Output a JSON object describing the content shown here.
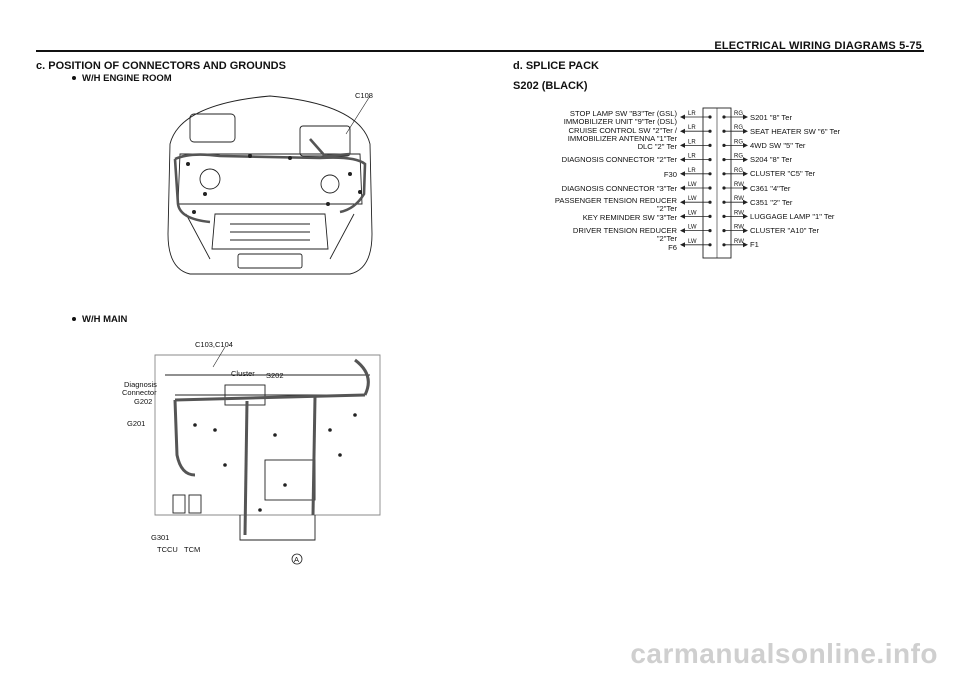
{
  "header": {
    "title": "ELECTRICAL WIRING DIAGRAMS  5-75"
  },
  "left": {
    "section_title": "c.  POSITION  OF  CONNECTORS  AND  GROUNDS",
    "engine_room": {
      "bullet": "W/H  ENGINE  ROOM",
      "labels": {
        "c108": "C108"
      }
    },
    "main": {
      "bullet": "W/H  MAIN",
      "labels": {
        "c103": "C103,C104",
        "cluster": "Cluster",
        "s202": "S202",
        "diag1": "Diagnosis",
        "diag2": "Connector",
        "g202": "G202",
        "g201": "G201",
        "g301": "G301",
        "tccu": "TCCU",
        "tcm": "TCM",
        "a": "A"
      }
    }
  },
  "right": {
    "section_title": "d.  SPLICE  PACK",
    "subtitle": "S202 (BLACK)",
    "left_labels": [
      "STOP LAMP SW \"B3\"Ter (GSL)",
      "IMMOBILIZER UNIT \"9\"Ter (DSL)",
      "CRUISE CONTROL SW \"2\"Ter /",
      "IMMOBILIZER ANTENNA \"1\"Ter",
      "DLC \"2\" Ter",
      "DIAGNOSIS CONNECTOR \"2\"Ter",
      "F30",
      "DIAGNOSIS CONNECTOR \"3\"Ter",
      "PASSENGER TENSION REDUCER",
      "\"2\"Ter",
      "KEY REMINDER SW \"3\"Ter",
      "DRIVER TENSION REDUCER",
      "\"2\"Ter",
      "F6"
    ],
    "left_codes": [
      "LR",
      "LR",
      "LR",
      "LR",
      "LR",
      "LW",
      "LW",
      "LW",
      "LW",
      "LW"
    ],
    "right_codes": [
      "RG",
      "RG",
      "RG",
      "RG",
      "RG",
      "RW",
      "RW",
      "RW",
      "RW",
      "RW"
    ],
    "right_labels": [
      "S201 \"8\" Ter",
      "SEAT HEATER SW \"6\" Ter",
      "4WD SW \"5\" Ter",
      "S204 \"8\" Ter",
      "CLUSTER \"C5\" Ter",
      "C361 \"4\"Ter",
      "C351 \"2\" Ter",
      "LUGGAGE LAMP \"1\" Ter",
      "CLUSTER \"A10\" Ter",
      "F1"
    ]
  },
  "watermark": "carmanualsonline.info"
}
